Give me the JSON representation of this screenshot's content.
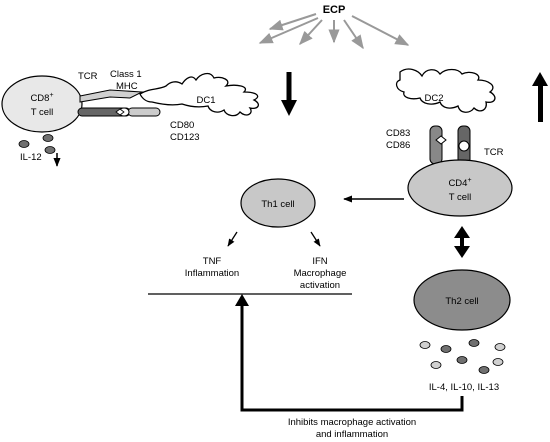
{
  "title": "ECP",
  "cells": {
    "cd8": {
      "name": "CD8",
      "sup": "+",
      "line2": "T cell"
    },
    "dc1": {
      "name": "DC1"
    },
    "dc2": {
      "name": "DC2"
    },
    "cd4": {
      "name": "CD4",
      "sup": "+",
      "line2": "T cell"
    },
    "th1": {
      "name": "Th1 cell"
    },
    "th2": {
      "name": "Th2 cell"
    }
  },
  "labels": {
    "tcr_left": "TCR",
    "class1": "Class 1",
    "mhc": "MHC",
    "cd80": "CD80",
    "cd123": "CD123",
    "il12": "IL-12",
    "cd83": "CD83",
    "cd86": "CD86",
    "tcr_right": "TCR",
    "tnf": "TNF",
    "inflammation": "Inflammation",
    "ifn": "IFN",
    "macrophage": "Macrophage",
    "activation": "activation",
    "cytokines": "IL-4, IL-10, IL-13",
    "inhibits_line1": "Inhibits macrophage activation",
    "inhibits_line2": "and inflammation"
  },
  "colors": {
    "arrow_gray": "#999999",
    "cell_gray": "#c8c8c8",
    "cell_light": "#e8e8e8",
    "th2_gray": "#8c8c8c",
    "dot_dark": "#707070",
    "dot_light": "#d0d0d0"
  }
}
